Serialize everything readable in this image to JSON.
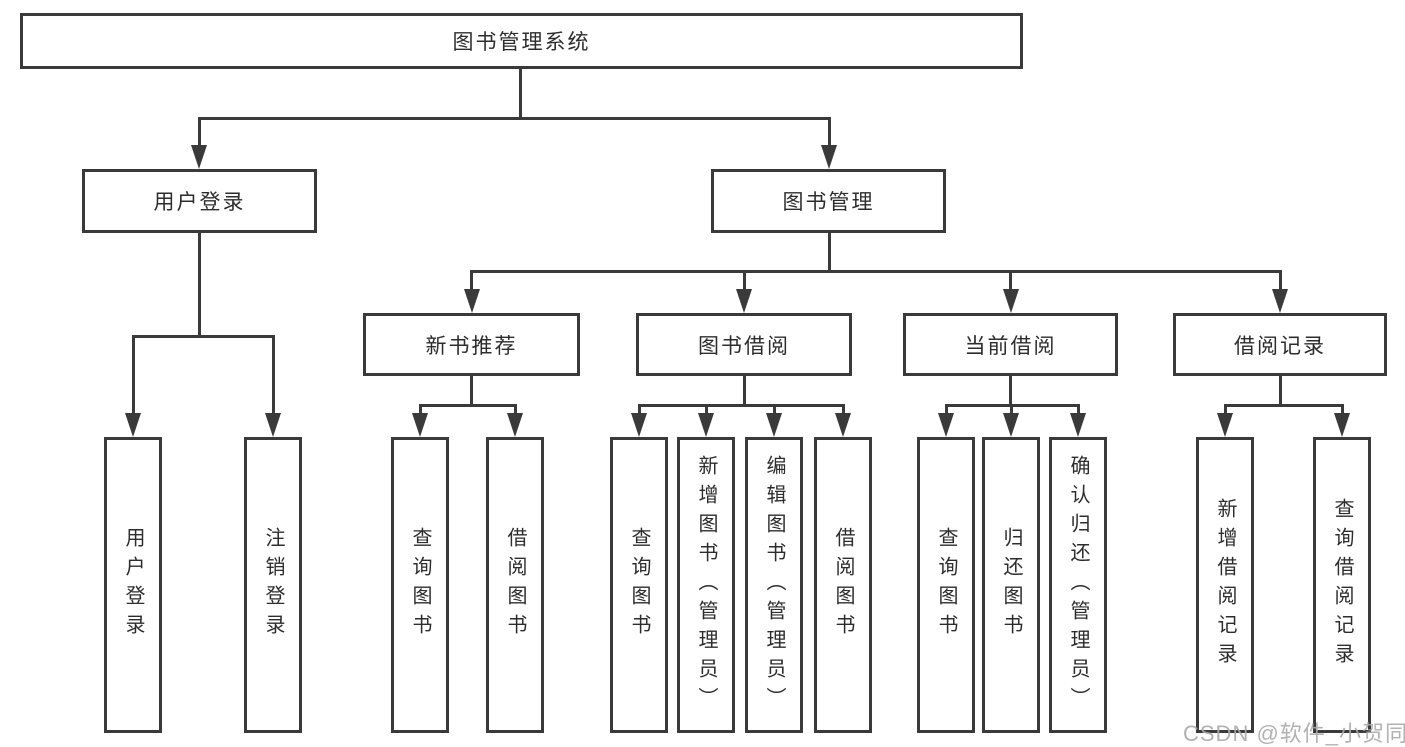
{
  "diagram_title": "图书管理系统",
  "colors": {
    "line": "#3a3a3a",
    "text": "#2d2d2d",
    "background": "#ffffff",
    "watermark": "#aaaaaa"
  },
  "tree": {
    "label": "图书管理系统",
    "children": [
      {
        "label": "用户登录",
        "children": [
          {
            "label": "用户登录"
          },
          {
            "label": "注销登录"
          }
        ]
      },
      {
        "label": "图书管理",
        "children": [
          {
            "label": "新书推荐",
            "children": [
              {
                "label": "查询图书"
              },
              {
                "label": "借阅图书"
              }
            ]
          },
          {
            "label": "图书借阅",
            "children": [
              {
                "label": "查询图书"
              },
              {
                "label": "新增图书（管理员）"
              },
              {
                "label": "编辑图书（管理员）"
              },
              {
                "label": "借阅图书"
              }
            ]
          },
          {
            "label": "当前借阅",
            "children": [
              {
                "label": "查询图书"
              },
              {
                "label": "归还图书"
              },
              {
                "label": "确认归还（管理员）"
              }
            ]
          },
          {
            "label": "借阅记录",
            "children": [
              {
                "label": "新增借阅记录"
              },
              {
                "label": "查询借阅记录"
              }
            ]
          }
        ]
      }
    ]
  },
  "watermark": {
    "text": "CSDN @软件_小贺同学"
  }
}
